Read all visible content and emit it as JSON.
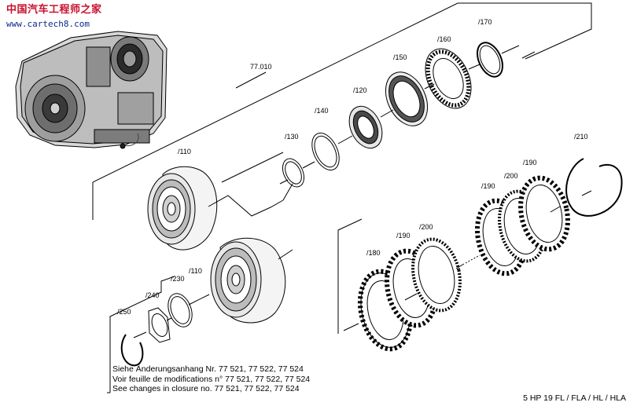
{
  "watermark": {
    "chinese": "中国汽车工程师之家",
    "url": "www.cartech8.com"
  },
  "part_labels": {
    "p77010": "77.010",
    "p110": "/110",
    "p110b": "/110",
    "p120": "/120",
    "p130": "/130",
    "p140": "/140",
    "p150": "/150",
    "p160": "/160",
    "p170": "/170",
    "p180": "/180",
    "p190a": "/190",
    "p190b": "/190",
    "p190c": "/190",
    "p200a": "/200",
    "p200b": "/200",
    "p210": "/210",
    "p230": "/230",
    "p240": "/240",
    "p250": "/250"
  },
  "notes": [
    "Siehe Änderungsanhang  Nr. 77 521, 77 522, 77 524",
    "Voir feuille de modifications  n° 77 521, 77 522, 77 524",
    "See changes in closure no. 77 521, 77 522, 77 524"
  ],
  "model": "5 HP 19 FL / FLA / HL / HLA"
}
